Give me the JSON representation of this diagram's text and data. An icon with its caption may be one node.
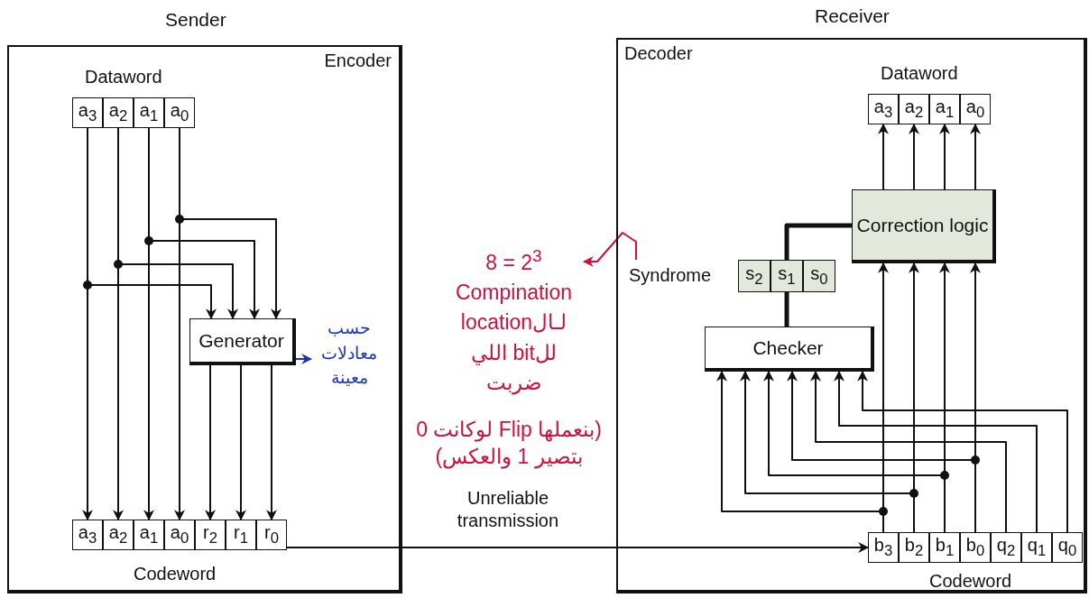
{
  "diagram": {
    "nodes": [
      {
        "text": [
          "Sender",
          "Encoder"
        ]
      },
      {
        "text": [
          "Dataword"
        ],
        "in": 0
      },
      {
        "text": [
          "a$_{3}$"
        ],
        "in": 1
      },
      {
        "text": [
          "a$_{2}$"
        ],
        "in": 1
      },
      {
        "text": [
          "a$_{1}$"
        ],
        "in": 1
      },
      {
        "text": [
          "a$_{0}$"
        ],
        "in": 1
      },
      {
        "text": [
          "Generator"
        ],
        "in": 0
      },
      {
        "text": [
          "Codeword"
        ],
        "in": 0
      },
      {
        "text": [
          "a$_{3}$"
        ],
        "in": 7
      },
      {
        "text": [
          "a$_{2}$"
        ],
        "in": 7
      },
      {
        "text": [
          "a$_{1}$"
        ],
        "in": 7
      },
      {
        "text": [
          "a$_{0}$"
        ],
        "in": 7
      },
      {
        "text": [
          "r$_{2}$"
        ],
        "in": 7
      },
      {
        "text": [
          "r$_{1}$"
        ],
        "in": 7
      },
      {
        "text": [
          "r$_{0}$"
        ],
        "in": 7
      },
      {
        "text": [
          "Receiver",
          "Decoder"
        ]
      },
      {
        "text": [
          "Dataword"
        ],
        "in": 15
      },
      {
        "text": [
          "a$_{3}$"
        ],
        "in": 16
      },
      {
        "text": [
          "a$_{2}$"
        ],
        "in": 16
      },
      {
        "text": [
          "a$_{1}$"
        ],
        "in": 16
      },
      {
        "text": [
          "a$_{0}$"
        ],
        "in": 16
      },
      {
        "text": [
          "Correction logic"
        ],
        "in": 15
      },
      {
        "text": [
          "Syndrome"
        ],
        "in": 15
      },
      {
        "text": [
          "s$_{2}$"
        ],
        "in": 22
      },
      {
        "text": [
          "s$_{1}$"
        ],
        "in": 22
      },
      {
        "text": [
          "s$_{0}$"
        ],
        "in": 22
      },
      {
        "text": [
          "Checker"
        ],
        "in": 15
      },
      {
        "text": [
          "Codeword"
        ],
        "in": 15
      },
      {
        "text": [
          "b$_{3}$"
        ],
        "in": 27
      },
      {
        "text": [
          "b$_{2}$"
        ],
        "in": 27
      },
      {
        "text": [
          "b$_{1}$"
        ],
        "in": 27
      },
      {
        "text": [
          "b$_{0}$"
        ],
        "in": 27
      },
      {
        "text": [
          "q$_{2}$"
        ],
        "in": 27
      },
      {
        "text": [
          "q$_{1}$"
        ],
        "in": 27
      },
      {
        "text": [
          "q$_{0}$"
        ],
        "in": 27
      },
      {
        "text": [
          "حسب معادلات معينة"
        ],
        "in": 0
      },
      {
        "text": [
          "8 = 2$^{3}$ Compination",
          "لـالlocation للbit اللي ضربت"
        ]
      }
    ],
    "edges": [
      {
        "from": 2,
        "to": 8,
        "arrow": "to"
      },
      {
        "from": 3,
        "to": 9,
        "arrow": "to"
      },
      {
        "from": 4,
        "to": 10,
        "arrow": "to"
      },
      {
        "from": 5,
        "to": 11,
        "arrow": "to"
      },
      {
        "from": 5,
        "to": 6,
        "arrow": "to"
      },
      {
        "from": 4,
        "to": 6,
        "arrow": "to"
      },
      {
        "from": 3,
        "to": 6,
        "arrow": "to"
      },
      {
        "from": 2,
        "to": 6,
        "arrow": "to"
      },
      {
        "from": 6,
        "to": 12,
        "arrow": "to"
      },
      {
        "from": 6,
        "to": 13,
        "arrow": "to"
      },
      {
        "from": 6,
        "to": 14,
        "arrow": "to"
      },
      {
        "from": 6,
        "to": 35,
        "arrow": "to",
        "color": "#1a35b8"
      },
      {
        "from": 14,
        "to": 28,
        "arrow": "to",
        "label": "Unreliable transmission"
      },
      {
        "from": 28,
        "to": 21,
        "arrow": "to"
      },
      {
        "from": 29,
        "to": 21,
        "arrow": "to"
      },
      {
        "from": 30,
        "to": 21,
        "arrow": "to"
      },
      {
        "from": 31,
        "to": 21,
        "arrow": "to"
      },
      {
        "from": 28,
        "to": 26,
        "arrow": "to"
      },
      {
        "from": 29,
        "to": 26,
        "arrow": "to"
      },
      {
        "from": 30,
        "to": 26,
        "arrow": "to"
      },
      {
        "from": 31,
        "to": 26,
        "arrow": "to"
      },
      {
        "from": 32,
        "to": 26,
        "arrow": "to"
      },
      {
        "from": 33,
        "to": 26,
        "arrow": "to"
      },
      {
        "from": 34,
        "to": 26,
        "arrow": "to"
      },
      {
        "from": 26,
        "to": 24,
        "arrow": "none",
        "style": "thick"
      },
      {
        "from": 24,
        "to": 21,
        "arrow": "none",
        "style": "thick"
      },
      {
        "from": 21,
        "to": 17,
        "arrow": "to"
      },
      {
        "from": 21,
        "to": 18,
        "arrow": "to"
      },
      {
        "from": 21,
        "to": 19,
        "arrow": "to"
      },
      {
        "from": 21,
        "to": 20,
        "arrow": "to"
      },
      {
        "from": 22,
        "to": 36,
        "arrow": "to",
        "color": "#d0103a"
      }
    ],
    "labels": [
      "(بنعملها Flip لوكانت 0 بتصير 1 والعكس)"
    ]
  }
}
